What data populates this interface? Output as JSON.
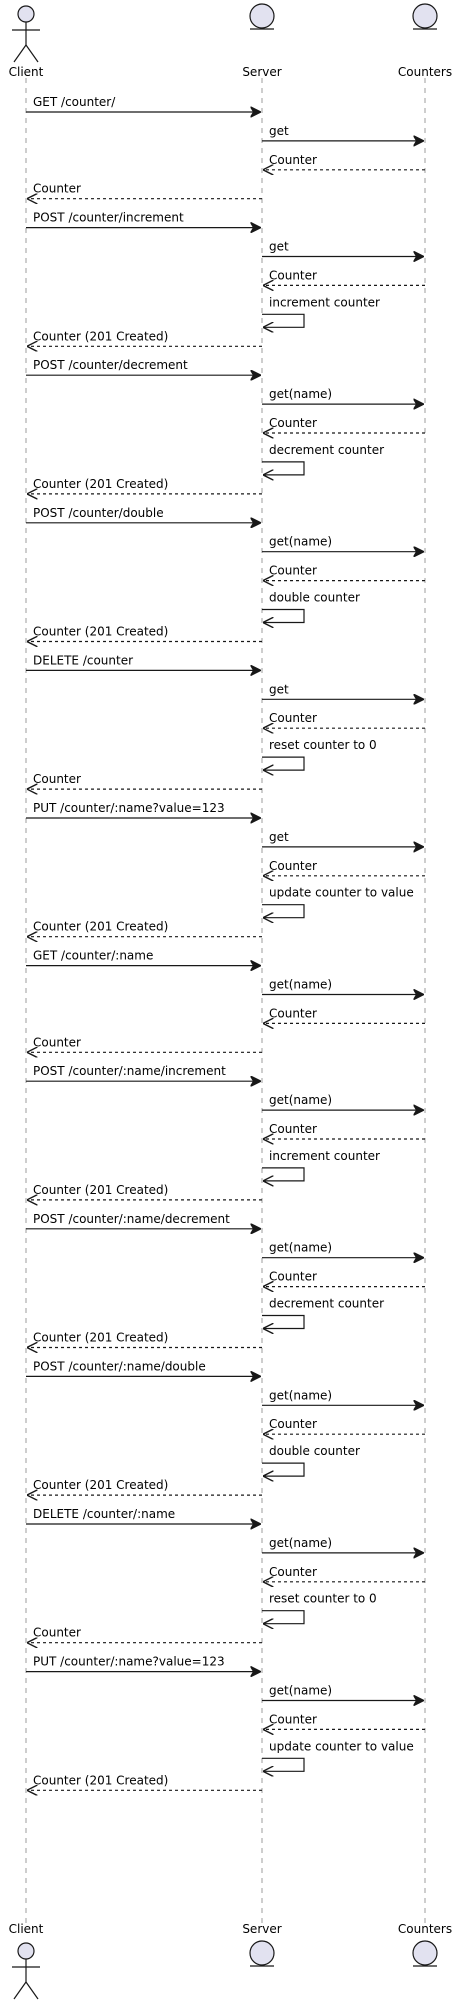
{
  "participants": [
    {
      "id": "client",
      "label": "Client",
      "kind": "actor"
    },
    {
      "id": "server",
      "label": "Server",
      "kind": "entity"
    },
    {
      "id": "counters",
      "label": "Counters",
      "kind": "entity"
    }
  ],
  "messages": [
    {
      "from": "client",
      "to": "server",
      "label": "GET /counter/",
      "style": "solid"
    },
    {
      "from": "server",
      "to": "counters",
      "label": "get",
      "style": "solid"
    },
    {
      "from": "counters",
      "to": "server",
      "label": "Counter",
      "style": "dashed"
    },
    {
      "from": "server",
      "to": "client",
      "label": "Counter",
      "style": "dashed"
    },
    {
      "from": "client",
      "to": "server",
      "label": "POST /counter/increment",
      "style": "solid"
    },
    {
      "from": "server",
      "to": "counters",
      "label": "get",
      "style": "solid"
    },
    {
      "from": "counters",
      "to": "server",
      "label": "Counter",
      "style": "dashed"
    },
    {
      "from": "server",
      "to": "server",
      "label": "increment counter",
      "style": "self"
    },
    {
      "from": "server",
      "to": "client",
      "label": "Counter (201 Created)",
      "style": "dashed"
    },
    {
      "from": "client",
      "to": "server",
      "label": "POST /counter/decrement",
      "style": "solid"
    },
    {
      "from": "server",
      "to": "counters",
      "label": "get(name)",
      "style": "solid"
    },
    {
      "from": "counters",
      "to": "server",
      "label": "Counter",
      "style": "dashed"
    },
    {
      "from": "server",
      "to": "server",
      "label": "decrement counter",
      "style": "self"
    },
    {
      "from": "server",
      "to": "client",
      "label": "Counter (201 Created)",
      "style": "dashed"
    },
    {
      "from": "client",
      "to": "server",
      "label": "POST /counter/double",
      "style": "solid"
    },
    {
      "from": "server",
      "to": "counters",
      "label": "get(name)",
      "style": "solid"
    },
    {
      "from": "counters",
      "to": "server",
      "label": "Counter",
      "style": "dashed"
    },
    {
      "from": "server",
      "to": "server",
      "label": "double counter",
      "style": "self"
    },
    {
      "from": "server",
      "to": "client",
      "label": "Counter (201 Created)",
      "style": "dashed"
    },
    {
      "from": "client",
      "to": "server",
      "label": "DELETE /counter",
      "style": "solid"
    },
    {
      "from": "server",
      "to": "counters",
      "label": "get",
      "style": "solid"
    },
    {
      "from": "counters",
      "to": "server",
      "label": "Counter",
      "style": "dashed"
    },
    {
      "from": "server",
      "to": "server",
      "label": "reset counter to 0",
      "style": "self"
    },
    {
      "from": "server",
      "to": "client",
      "label": "Counter",
      "style": "dashed"
    },
    {
      "from": "client",
      "to": "server",
      "label": "PUT /counter/:name?value=123",
      "style": "solid"
    },
    {
      "from": "server",
      "to": "counters",
      "label": "get",
      "style": "solid"
    },
    {
      "from": "counters",
      "to": "server",
      "label": "Counter",
      "style": "dashed"
    },
    {
      "from": "server",
      "to": "server",
      "label": "update counter to value",
      "style": "self"
    },
    {
      "from": "server",
      "to": "client",
      "label": "Counter (201 Created)",
      "style": "dashed"
    },
    {
      "from": "client",
      "to": "server",
      "label": "GET /counter/:name",
      "style": "solid"
    },
    {
      "from": "server",
      "to": "counters",
      "label": "get(name)",
      "style": "solid"
    },
    {
      "from": "counters",
      "to": "server",
      "label": "Counter",
      "style": "dashed"
    },
    {
      "from": "server",
      "to": "client",
      "label": "Counter",
      "style": "dashed"
    },
    {
      "from": "client",
      "to": "server",
      "label": "POST /counter/:name/increment",
      "style": "solid"
    },
    {
      "from": "server",
      "to": "counters",
      "label": "get(name)",
      "style": "solid"
    },
    {
      "from": "counters",
      "to": "server",
      "label": "Counter",
      "style": "dashed"
    },
    {
      "from": "server",
      "to": "server",
      "label": "increment counter",
      "style": "self"
    },
    {
      "from": "server",
      "to": "client",
      "label": "Counter (201 Created)",
      "style": "dashed"
    },
    {
      "from": "client",
      "to": "server",
      "label": "POST /counter/:name/decrement",
      "style": "solid"
    },
    {
      "from": "server",
      "to": "counters",
      "label": "get(name)",
      "style": "solid"
    },
    {
      "from": "counters",
      "to": "server",
      "label": "Counter",
      "style": "dashed"
    },
    {
      "from": "server",
      "to": "server",
      "label": "decrement counter",
      "style": "self"
    },
    {
      "from": "server",
      "to": "client",
      "label": "Counter (201 Created)",
      "style": "dashed"
    },
    {
      "from": "client",
      "to": "server",
      "label": "POST /counter/:name/double",
      "style": "solid"
    },
    {
      "from": "server",
      "to": "counters",
      "label": "get(name)",
      "style": "solid"
    },
    {
      "from": "counters",
      "to": "server",
      "label": "Counter",
      "style": "dashed"
    },
    {
      "from": "server",
      "to": "server",
      "label": "double counter",
      "style": "self"
    },
    {
      "from": "server",
      "to": "client",
      "label": "Counter (201 Created)",
      "style": "dashed"
    },
    {
      "from": "client",
      "to": "server",
      "label": "DELETE /counter/:name",
      "style": "solid"
    },
    {
      "from": "server",
      "to": "counters",
      "label": "get(name)",
      "style": "solid"
    },
    {
      "from": "counters",
      "to": "server",
      "label": "Counter",
      "style": "dashed"
    },
    {
      "from": "server",
      "to": "server",
      "label": "reset counter to 0",
      "style": "self"
    },
    {
      "from": "server",
      "to": "client",
      "label": "Counter",
      "style": "dashed"
    },
    {
      "from": "client",
      "to": "server",
      "label": "PUT /counter/:name?value=123",
      "style": "solid"
    },
    {
      "from": "server",
      "to": "counters",
      "label": "get(name)",
      "style": "solid"
    },
    {
      "from": "counters",
      "to": "server",
      "label": "Counter",
      "style": "dashed"
    },
    {
      "from": "server",
      "to": "server",
      "label": "update counter to value",
      "style": "self"
    },
    {
      "from": "server",
      "to": "client",
      "label": "Counter (201 Created)",
      "style": "dashed"
    }
  ],
  "colors": {
    "participant_fill": "#e2e2f0",
    "participant_stroke": "#181818",
    "lifeline": "#9e9e9e",
    "arrow": "#181818",
    "text": "#000000"
  }
}
